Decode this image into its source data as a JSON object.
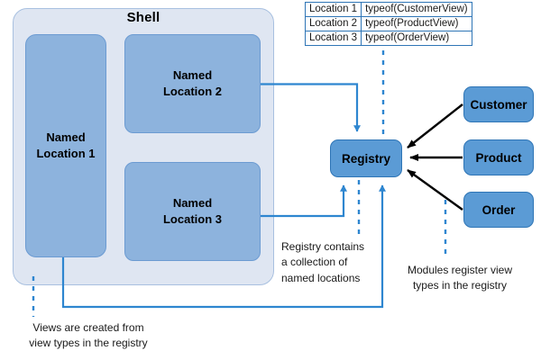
{
  "diagram": {
    "title": "Shell / Registry named-location view composition diagram",
    "shell": {
      "label": "Shell",
      "locations": [
        {
          "id": "loc1",
          "label": "Named\nLocation 1",
          "line1": "Named",
          "line2": "Location 1"
        },
        {
          "id": "loc2",
          "label": "Named\nLocation 2",
          "line1": "Named",
          "line2": "Location 2"
        },
        {
          "id": "loc3",
          "label": "Named\nLocation 3",
          "line1": "Named",
          "line2": "Location 3"
        }
      ]
    },
    "registry": {
      "label": "Registry"
    },
    "modules": [
      {
        "id": "customer",
        "label": "Customer"
      },
      {
        "id": "product",
        "label": "Product"
      },
      {
        "id": "order",
        "label": "Order"
      }
    ],
    "lookup_table": {
      "rows": [
        {
          "key": "Location 1",
          "value": "typeof(CustomerView)"
        },
        {
          "key": "Location 2",
          "value": "typeof(ProductView)"
        },
        {
          "key": "Location 3",
          "value": "typeof(OrderView)"
        }
      ]
    },
    "captions": [
      {
        "id": "registry-contains",
        "lines": [
          "Registry contains",
          "a collection of",
          "named locations"
        ],
        "text": "Registry contains a collection of named locations"
      },
      {
        "id": "modules-register",
        "lines": [
          "Modules register view",
          "types in the registry"
        ],
        "text": "Modules register view types in the registry"
      },
      {
        "id": "views-created",
        "lines": [
          "Views are created from",
          "view types in the registry"
        ],
        "text": "Views are created from view types in the registry"
      }
    ],
    "colors": {
      "shell_fill": "#dfe6f2",
      "shell_stroke": "#a8c0e0",
      "location_fill": "#8db3dd",
      "location_stroke": "#6c9bd2",
      "dark_fill": "#5b9bd5",
      "dark_stroke": "#2e75b6",
      "connector_blue": "#2e75b6",
      "arrow_black": "#000000",
      "dashed_blue": "#2e86d0",
      "table_border": "#2e75b6",
      "page_background": "#ffffff"
    }
  }
}
